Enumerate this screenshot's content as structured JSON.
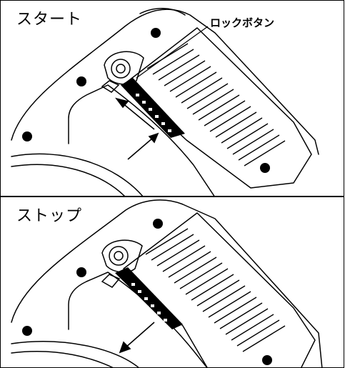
{
  "panels": {
    "start": {
      "title": "スタート",
      "callout": "ロックボタン"
    },
    "stop": {
      "title": "ストップ"
    }
  },
  "icons": {
    "start_arrows": "arrow-up-left",
    "stop_arrow": "arrow-down-left"
  },
  "colors": {
    "line": "#000000",
    "background": "#ffffff"
  }
}
